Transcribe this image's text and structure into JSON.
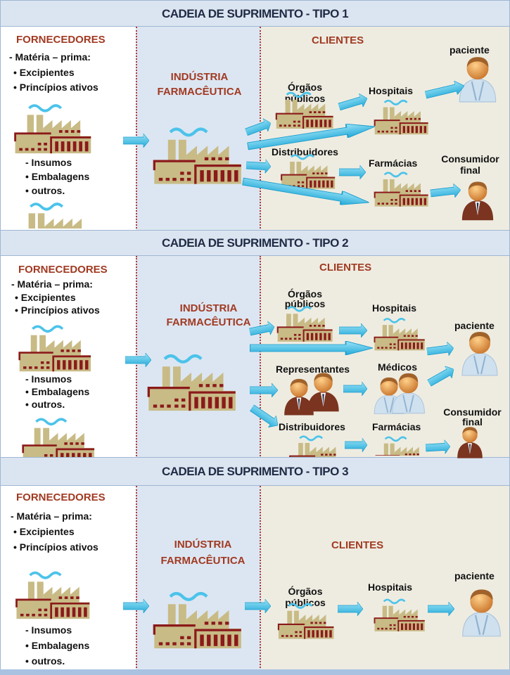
{
  "panels": [
    {
      "title": "CADEIA DE SUPRIMENTO  -  TIPO 1",
      "suppliers": {
        "heading": "FORNECEDORES",
        "raw": "- Matéria – prima:",
        "items": [
          "• Excipientes",
          "• Princípios ativos"
        ],
        "inputs": "- Insumos",
        "inputs_items": [
          "• Embalagens",
          "• outros."
        ]
      },
      "industry": [
        "INDÚSTRIA",
        "FARMACÊUTICA"
      ],
      "clients": "CLIENTES",
      "nodes": {
        "orgaos": [
          "Órgãos",
          "públicos"
        ],
        "hospitais": "Hospitais",
        "paciente": "paciente",
        "distribuidores": "Distribuidores",
        "farmacias": "Farmácias",
        "consumidor": [
          "Consumidor",
          "final"
        ]
      }
    },
    {
      "title": "CADEIA DE SUPRIMENTO  -  TIPO 2",
      "suppliers": {
        "heading": "FORNECEDORES",
        "raw": "- Matéria – prima:",
        "items": [
          "• Excipientes",
          "• Princípios ativos"
        ],
        "inputs": "- Insumos",
        "inputs_items": [
          "• Embalagens",
          "• outros."
        ]
      },
      "industry": [
        "INDÚSTRIA",
        "FARMACÊUTICA"
      ],
      "clients": "CLIENTES",
      "nodes": {
        "orgaos": [
          "Órgãos",
          "públicos"
        ],
        "hospitais": "Hospitais",
        "paciente": "paciente",
        "representantes": "Representantes",
        "medicos": "Médicos",
        "distribuidores": "Distribuidores",
        "farmacias": "Farmácias",
        "consumidor": [
          "Consumidor",
          "final"
        ]
      }
    },
    {
      "title": "CADEIA DE SUPRIMENTO  -  TIPO 3",
      "suppliers": {
        "heading": "FORNECEDORES",
        "raw": "- Matéria – prima:",
        "items": [
          "• Excipientes",
          "• Princípios ativos"
        ],
        "inputs": "- Insumos",
        "inputs_items": [
          "• Embalagens",
          "• outros."
        ]
      },
      "industry": [
        "INDÚSTRIA",
        "FARMACÊUTICA"
      ],
      "clients": "CLIENTES",
      "nodes": {
        "orgaos": [
          "Órgãos",
          "públicos"
        ],
        "hospitais": "Hospitais",
        "paciente": "paciente"
      }
    }
  ],
  "colors": {
    "header": "#dbe5f1",
    "industry_bg": "#dce6f2",
    "clients_bg": "#eeece1",
    "accent_red": "#a13a22",
    "arrow": "#4cc3ea",
    "factory": "#c8bb86",
    "factory_dark": "#8b1a1a"
  }
}
